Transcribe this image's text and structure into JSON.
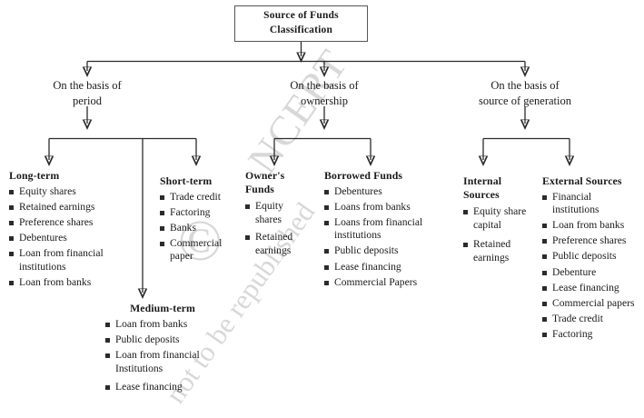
{
  "diagram": {
    "root": {
      "title": "Source of Funds\nClassification",
      "line1": "Source of Funds",
      "line2": "Classification"
    },
    "branches": [
      {
        "id": "period",
        "line1": "On the basis of",
        "line2": "period"
      },
      {
        "id": "ownership",
        "line1": "On the basis of",
        "line2": "ownership"
      },
      {
        "id": "generation",
        "line1": "On the basis of",
        "line2": "source of generation"
      }
    ],
    "categories": [
      {
        "id": "long-term",
        "heading": "Long-term",
        "items": [
          "Equity shares",
          "Retained earnings",
          "Preference shares",
          "Debentures",
          "Loan from financial institutions",
          "Loan from banks"
        ]
      },
      {
        "id": "short-term",
        "heading": "Short-term",
        "items": [
          "Trade credit",
          "Factoring",
          "Banks",
          "Commercial paper"
        ]
      },
      {
        "id": "medium-term",
        "heading": "Medium-term",
        "items": [
          "Loan from banks",
          "Public deposits",
          "Loan from financial Institutions",
          "Lease financing"
        ]
      },
      {
        "id": "owners-funds",
        "heading": "Owner's Funds",
        "items": [
          "Equity shares",
          "Retained earnings"
        ]
      },
      {
        "id": "borrowed-funds",
        "heading": "Borrowed Funds",
        "items": [
          "Debentures",
          "Loans from banks",
          "Loans from financial institutions",
          "Public deposits",
          "Lease financing",
          "Commercial Papers"
        ]
      },
      {
        "id": "internal-sources",
        "heading": "Internal Sources",
        "items": [
          "Equity share capital",
          "Retained earnings"
        ]
      },
      {
        "id": "external-sources",
        "heading": "External Sources",
        "items": [
          "Financial institutions",
          "Loan from banks",
          "Preference shares",
          "Public deposits",
          "Debenture",
          "Lease financing",
          "Commercial papers",
          "Trade credit",
          "Factoring"
        ]
      }
    ],
    "watermark": {
      "symbol": "©",
      "brand": "NCERT",
      "notice": "not to be republished"
    },
    "colors": {
      "line": "#2b2b2b",
      "box_border": "#555555",
      "text": "#1a1a1a",
      "watermark": "#d8d8d8",
      "background": "#ffffff"
    }
  }
}
